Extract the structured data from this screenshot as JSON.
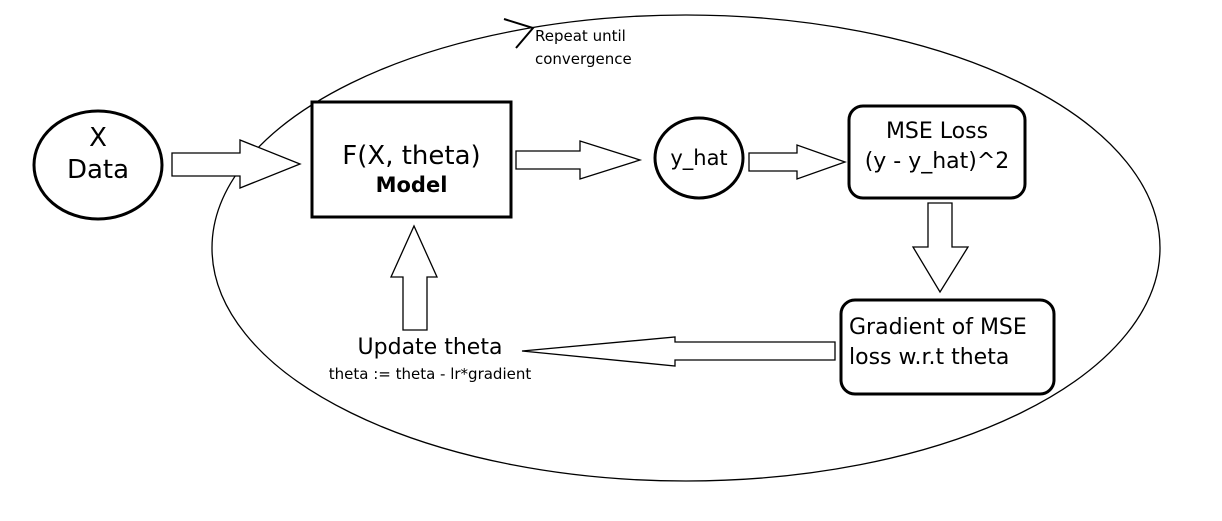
{
  "nodes": {
    "data": {
      "line1": "X",
      "line2": "Data"
    },
    "model": {
      "line1": "F(X, theta)",
      "line2": "Model"
    },
    "yhat": {
      "label": "y_hat"
    },
    "loss": {
      "line1": "MSE Loss",
      "line2": "(y - y_hat)^2"
    },
    "gradient": {
      "line1": "Gradient of MSE",
      "line2": "loss w.r.t theta"
    },
    "update": {
      "line1": "Update theta",
      "line2": "theta := theta - lr*gradient"
    }
  },
  "loop": {
    "line1": "Repeat until",
    "line2": "convergence"
  }
}
